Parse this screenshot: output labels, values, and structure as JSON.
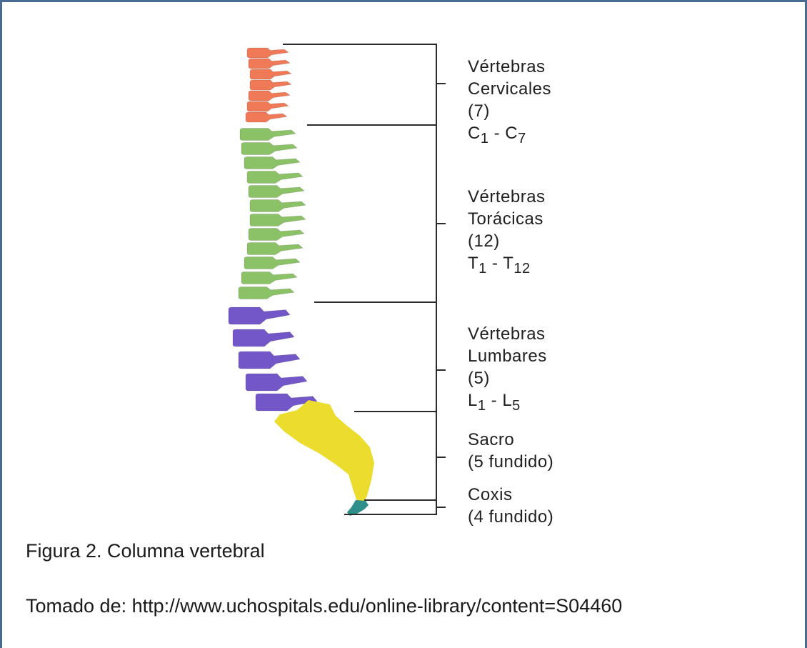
{
  "regions": [
    {
      "name": "Vértebras",
      "name2": "Cervicales",
      "count": "(7)",
      "range": {
        "letter": "C",
        "from": "1",
        "sep": " - ",
        "to": "7"
      },
      "color": "#f07a58"
    },
    {
      "name": "Vértebras",
      "name2": "Torácicas",
      "count": "(12)",
      "range": {
        "letter": "T",
        "from": "1",
        "sep": " - ",
        "to": "12"
      },
      "color": "#8cc267"
    },
    {
      "name": "Vértebras",
      "name2": "Lumbares",
      "count": "(5)",
      "range": {
        "letter": "L",
        "from": "1",
        "sep": " - ",
        "to": "5"
      },
      "color": "#7357c8"
    },
    {
      "name": "Sacro",
      "name2": "(5 fundido)",
      "color": "#ecdc2e"
    },
    {
      "name": "Coxis",
      "name2": "(4 fundido)",
      "color": "#2f8f8a"
    }
  ],
  "caption": "Figura 2. Columna vertebral",
  "source": "Tomado de: http://www.uchospitals.edu/online-library/content=S04460"
}
